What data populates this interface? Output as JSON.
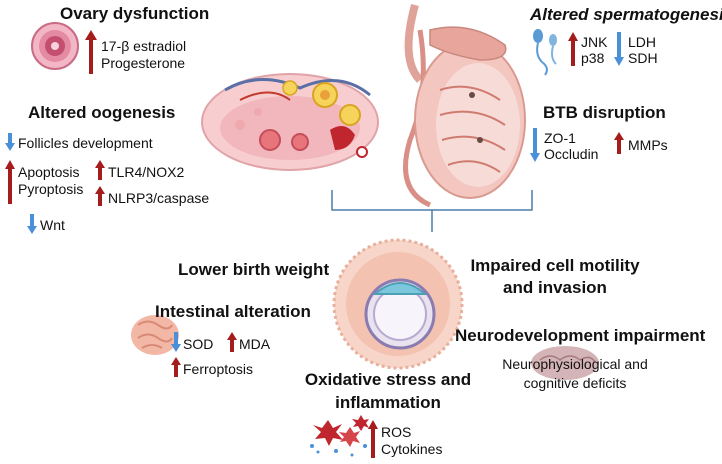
{
  "ovary": {
    "title": "Ovary dysfunction",
    "estradiol": "17-β estradiol",
    "progesterone": "Progesterone"
  },
  "oogenesis": {
    "title": "Altered oogenesis",
    "follicles": "Follicles development",
    "apoptosis": "Apoptosis",
    "pyroptosis": "Pyroptosis",
    "tlr4": "TLR4/NOX2",
    "nlrp3": "NLRP3/caspase",
    "wnt": "Wnt"
  },
  "spermatogenesis": {
    "title": "Altered spermatogenesis",
    "jnk": "JNK",
    "p38": "p38",
    "ldh": "LDH",
    "sdh": "SDH"
  },
  "btb": {
    "title": "BTB disruption",
    "zo1": "ZO-1",
    "occludin": "Occludin",
    "mmps": "MMPs"
  },
  "center": {
    "birth_weight": "Lower birth weight",
    "motility_line1": "Impaired cell motility",
    "motility_line2": "and invasion"
  },
  "intestinal": {
    "title": "Intestinal alteration",
    "sod": "SOD",
    "mda": "MDA",
    "ferroptosis": "Ferroptosis"
  },
  "neuro": {
    "title": "Neurodevelopment impairment",
    "line1": "Neurophysiological and",
    "line2": "cognitive deficits"
  },
  "oxidative": {
    "title_line1": "Oxidative stress and",
    "title_line2": "inflammation",
    "ros": "ROS",
    "cytokines": "Cytokines"
  },
  "colors": {
    "up_arrow": "#a51c1c",
    "down_arrow": "#4a90d9",
    "bracket": "#4a7fa8"
  },
  "icons": [
    "ovum-icon",
    "ovary-illustration",
    "testis-illustration",
    "sperm-icon",
    "embryo-icon",
    "intestine-icon",
    "brain-icon",
    "ros-particles-icon",
    "up-arrow-icon",
    "down-arrow-icon"
  ]
}
